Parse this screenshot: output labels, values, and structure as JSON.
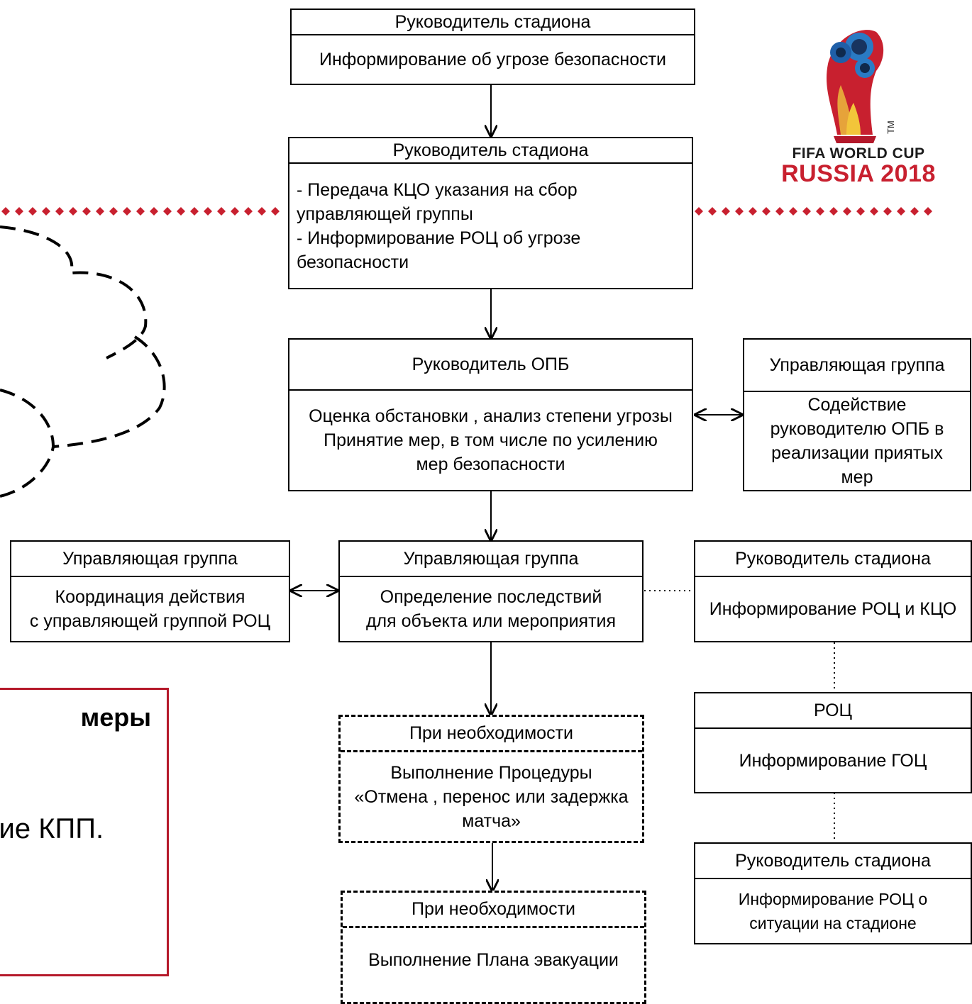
{
  "logo": {
    "line1": "FIFA WORLD CUP",
    "line2": "RUSSIA 2018",
    "tm": "TM",
    "brand_red": "#c8202f",
    "emblem_icon": "world-cup-trophy-icon"
  },
  "slide_fragment": {
    "heading_fragment": "меры",
    "text_fragment": "кие КПП.",
    "frame_color": "#b5192a"
  },
  "boxes": {
    "stadium1": {
      "title": "Руководитель стадиона",
      "body": "Информирование об угрозе безопасности"
    },
    "stadium2": {
      "title": "Руководитель стадиона",
      "body": "- Передача КЦО указания на сбор\n  управляющей группы\n- Информирование РОЦ об угрозе\n  безопасности"
    },
    "opb": {
      "title": "Руководитель ОПБ",
      "body": "Оценка обстановки , анализ степени угрозы\nПринятие мер, в том числе по усилению\nмер безопасности"
    },
    "mgmt_right": {
      "title": "Управляющая группа",
      "body": "Содействие\nруководителю ОПБ в\nреализации приятых\nмер"
    },
    "mgmt_left": {
      "title": "Управляющая группа",
      "body": "Координация действия\nс управляющей группой РОЦ"
    },
    "mgmt_center": {
      "title": "Управляющая группа",
      "body": "Определение последствий\nдля объекта или мероприятия"
    },
    "stadium3": {
      "title": "Руководитель стадиона",
      "body": "Информирование РОЦ и КЦО"
    },
    "roc": {
      "title": "РОЦ",
      "body": "Информирование  ГОЦ"
    },
    "stadium4": {
      "title": "Руководитель стадиона",
      "body": "Информирование  РОЦ о\nситуации на стадионе"
    },
    "optional1": {
      "title": "При необходимости",
      "body": "Выполнение Процедуры\n«Отмена , перенос или задержка\nматча»"
    },
    "optional2": {
      "title": "При необходимости",
      "body": "Выполнение Плана эвакуации"
    }
  }
}
